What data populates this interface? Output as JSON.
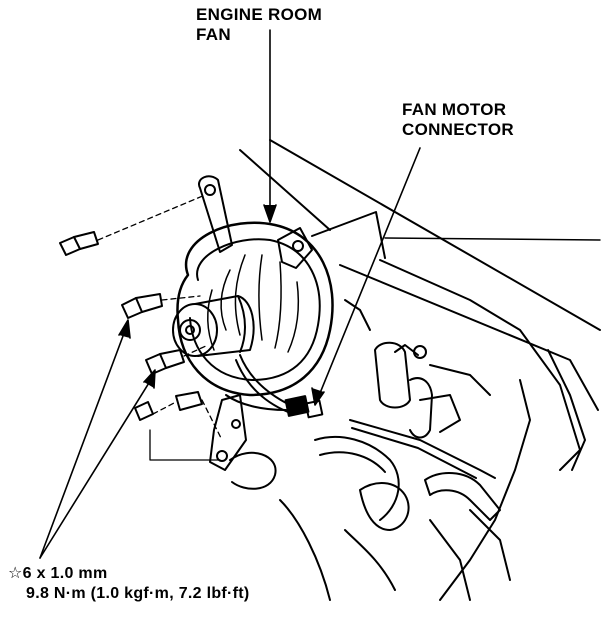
{
  "callouts": {
    "engine_room_fan": {
      "line1": "ENGINE ROOM",
      "line2": "FAN"
    },
    "fan_motor_connector": {
      "line1": "FAN MOTOR",
      "line2": "CONNECTOR"
    },
    "fastener_spec": {
      "symbol": "☆",
      "size": "6 x 1.0 mm",
      "torque": "9.8 N·m (1.0 kgf·m, 7.2 lbf·ft)"
    }
  },
  "colors": {
    "ink": "#000000",
    "paper": "#ffffff"
  }
}
